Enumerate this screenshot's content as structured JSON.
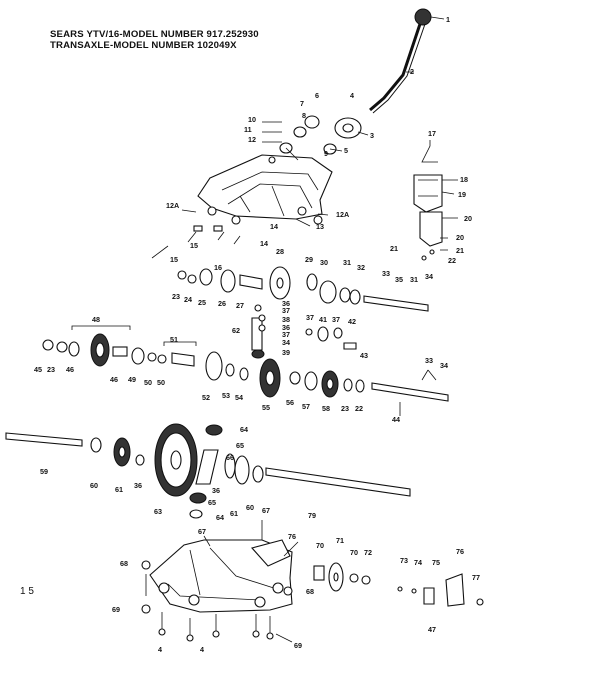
{
  "header": {
    "line1": "SEARS YTV/16-MODEL NUMBER 917.252930",
    "line2": "TRANSAXLE-MODEL NUMBER 102049X"
  },
  "page_number": "1 5",
  "callouts": [
    "1",
    "2",
    "3",
    "4",
    "5",
    "6",
    "7",
    "8",
    "9",
    "10",
    "11",
    "12",
    "12A",
    "12A",
    "13",
    "14",
    "14",
    "15",
    "15",
    "16",
    "17",
    "18",
    "19",
    "20",
    "20",
    "21",
    "21",
    "22",
    "23",
    "24",
    "25",
    "26",
    "27",
    "28",
    "29",
    "30",
    "31",
    "32",
    "33",
    "35",
    "31",
    "34",
    "36",
    "37",
    "38",
    "36",
    "37",
    "34",
    "39",
    "37",
    "41",
    "37",
    "42",
    "43",
    "48",
    "45",
    "23",
    "46",
    "46",
    "49",
    "50",
    "50",
    "51",
    "52",
    "53",
    "54",
    "55",
    "56",
    "57",
    "58",
    "23",
    "22",
    "33",
    "34",
    "44",
    "59",
    "60",
    "61",
    "36",
    "62",
    "64",
    "65",
    "66",
    "36",
    "65",
    "61",
    "60",
    "63",
    "64",
    "79",
    "67",
    "67",
    "76",
    "70",
    "71",
    "70",
    "72",
    "73",
    "74",
    "75",
    "76",
    "77",
    "68",
    "68",
    "69",
    "47",
    "69",
    "4",
    "4"
  ]
}
